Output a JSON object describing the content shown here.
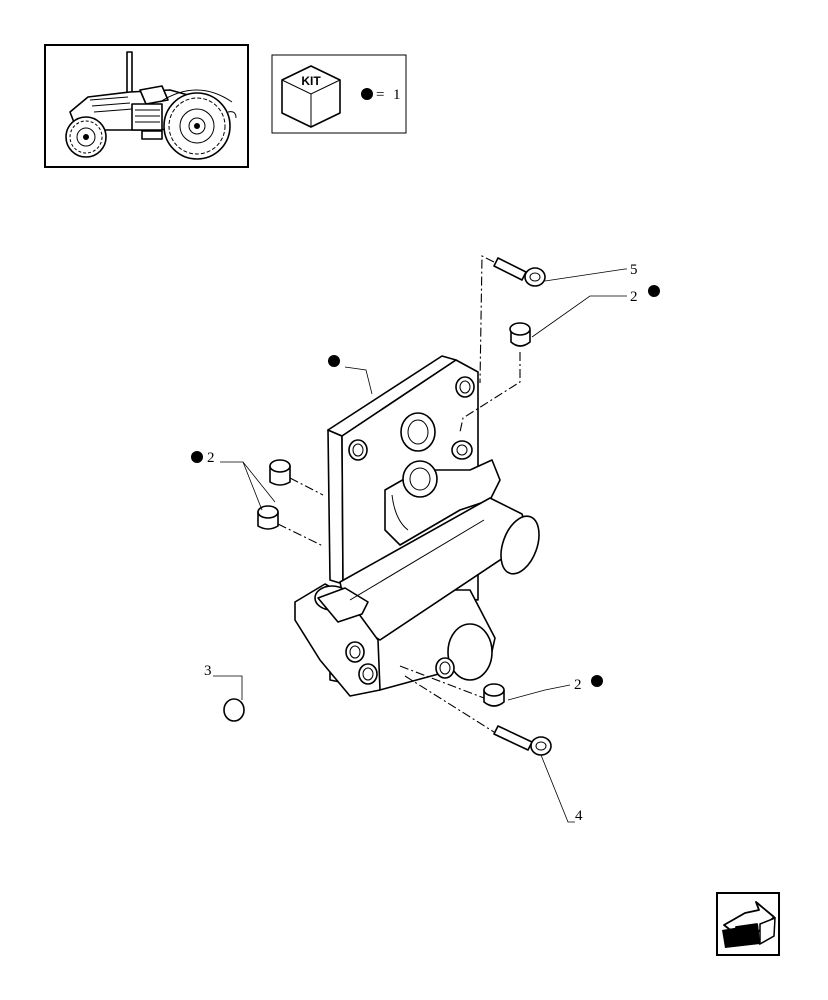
{
  "kit_legend": {
    "kit_label": "KIT",
    "equals": "=",
    "quantity": "1"
  },
  "callouts": {
    "part_5": "5",
    "part_2_top": "2",
    "part_2_left": "2",
    "part_3": "3",
    "part_2_bottom": "2",
    "part_4": "4"
  },
  "icons": {
    "thumbnail": "tractor-thumbnail",
    "kit_box": "kit-box-icon",
    "kit_marker": "filled-dot",
    "navigation": "next-page-arrow-icon"
  },
  "colors": {
    "line": "#000000",
    "background": "#ffffff"
  }
}
